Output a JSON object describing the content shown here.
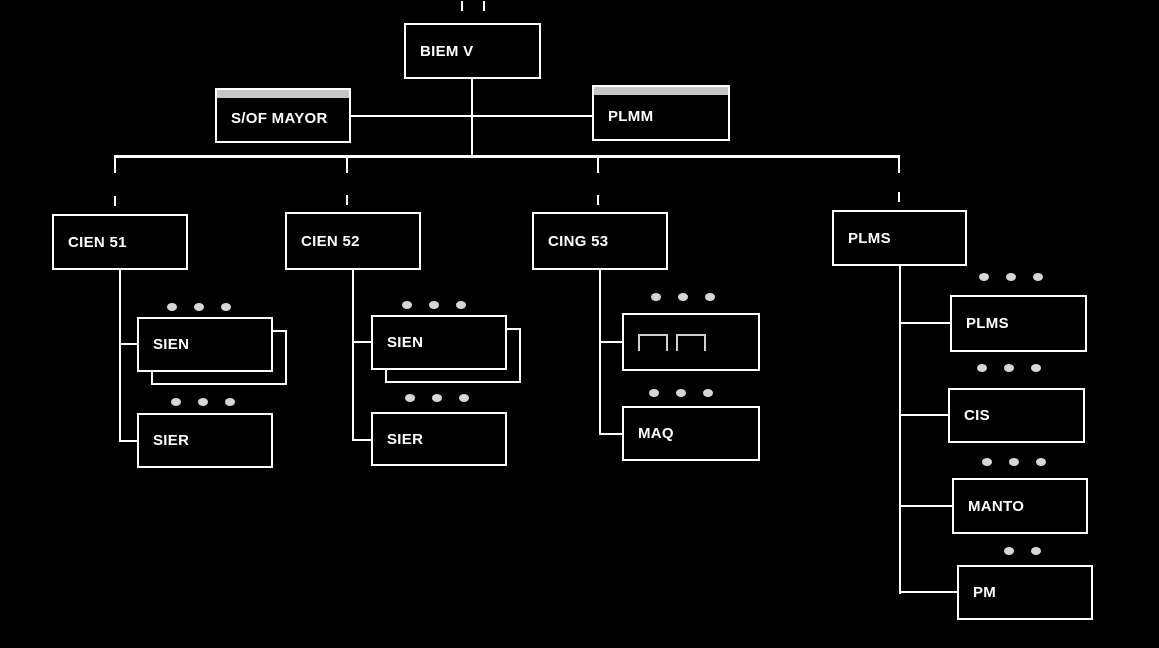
{
  "diagram": {
    "root": {
      "label": "BIEM V"
    },
    "staff_left": {
      "label": "S/OF MAYOR"
    },
    "staff_right": {
      "label": "PLMM"
    },
    "branches": [
      {
        "label": "CIEN 51",
        "children": [
          {
            "label": "SIEN",
            "stacked": true,
            "dots": 3
          },
          {
            "label": "SIER",
            "stacked": false,
            "dots": 3
          }
        ]
      },
      {
        "label": "CIEN 52",
        "children": [
          {
            "label": "SIEN",
            "stacked": true,
            "dots": 3
          },
          {
            "label": "SIER",
            "stacked": false,
            "dots": 3
          }
        ]
      },
      {
        "label": "CING 53",
        "children": [
          {
            "label": "",
            "icon": "goalpost-symbol",
            "dots": 3
          },
          {
            "label": "MAQ",
            "dots": 3
          }
        ]
      },
      {
        "label": "PLMS",
        "children": [
          {
            "label": "PLMS",
            "dots": 3
          },
          {
            "label": "CIS",
            "dots": 3
          },
          {
            "label": "MANTO",
            "dots": 3
          },
          {
            "label": "PM",
            "dots": 2
          }
        ]
      }
    ],
    "colors": {
      "background": "#000000",
      "line": "#ffffff",
      "box_border": "#ffffff",
      "text": "#ffffff",
      "dot": "#d6d6d6",
      "header_strip": "#c6c6c6",
      "symbol": "#d0d0d0"
    }
  }
}
